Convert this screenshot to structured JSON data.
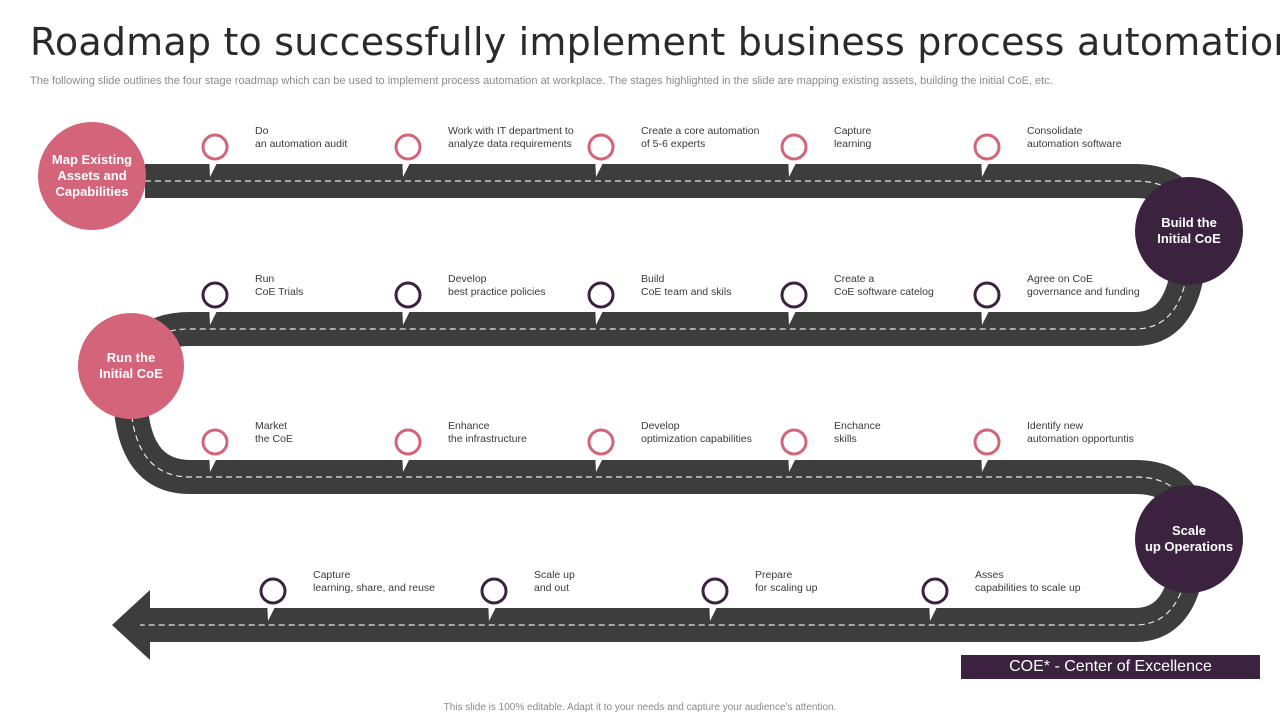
{
  "header": {
    "title": "Roadmap to successfully implement business process automation",
    "subtitle": "The following slide outlines the four stage roadmap which can be used to implement process automation at workplace. The stages highlighted in the slide are mapping existing assets, building the initial CoE, etc."
  },
  "colors": {
    "pink": "#d4647a",
    "dark": "#3b2340",
    "road": "#3d3d3d",
    "accent_bar": "#3b2340"
  },
  "stages": [
    {
      "id": "map",
      "lines": [
        "Map Existing",
        "Assets and",
        "Capabilities"
      ],
      "color": "pink"
    },
    {
      "id": "build",
      "lines": [
        "Build the",
        "Initial CoE"
      ],
      "color": "dark"
    },
    {
      "id": "run",
      "lines": [
        "Run the",
        "Initial CoE"
      ],
      "color": "pink"
    },
    {
      "id": "scale",
      "lines": [
        "Scale",
        "up Operations"
      ],
      "color": "dark"
    }
  ],
  "rows": [
    {
      "marker": "pink",
      "steps": [
        {
          "line1": "Do",
          "line2": "an automation audit"
        },
        {
          "line1": "Work with IT department to",
          "line2": "analyze data requirements"
        },
        {
          "line1": "Create a core automation",
          "line2": "of 5-6 experts"
        },
        {
          "line1": "Capture",
          "line2": "learning"
        },
        {
          "line1": "Consolidate",
          "line2": "automation software"
        }
      ]
    },
    {
      "marker": "dark",
      "steps": [
        {
          "line1": "Run",
          "line2": "CoE  Trials"
        },
        {
          "line1": "Develop",
          "line2": "best practice policies"
        },
        {
          "line1": "Build",
          "line2": "CoE  team and skils"
        },
        {
          "line1": "Create a",
          "line2": "CoE  software catelog"
        },
        {
          "line1": "Agree on CoE",
          "line2": "governance and funding"
        }
      ]
    },
    {
      "marker": "pink",
      "steps": [
        {
          "line1": "Market",
          "line2": "the CoE"
        },
        {
          "line1": "Enhance",
          "line2": "the infrastructure"
        },
        {
          "line1": "Develop",
          "line2": "optimization capabilities"
        },
        {
          "line1": "Enchance",
          "line2": "skills"
        },
        {
          "line1": "Identify new",
          "line2": "automation opportuntis"
        }
      ]
    },
    {
      "marker": "dark",
      "steps": [
        {
          "line1": "Capture",
          "line2": "learning, share, and reuse"
        },
        {
          "line1": "Scale up",
          "line2": "and out"
        },
        {
          "line1": "Prepare",
          "line2": "for scaling up"
        },
        {
          "line1": "Asses",
          "line2": "capabilities to scale up"
        }
      ]
    }
  ],
  "legend": "COE* - Center of Excellence",
  "footer": "This slide is 100% editable. Adapt it to your needs and capture your audience's attention."
}
